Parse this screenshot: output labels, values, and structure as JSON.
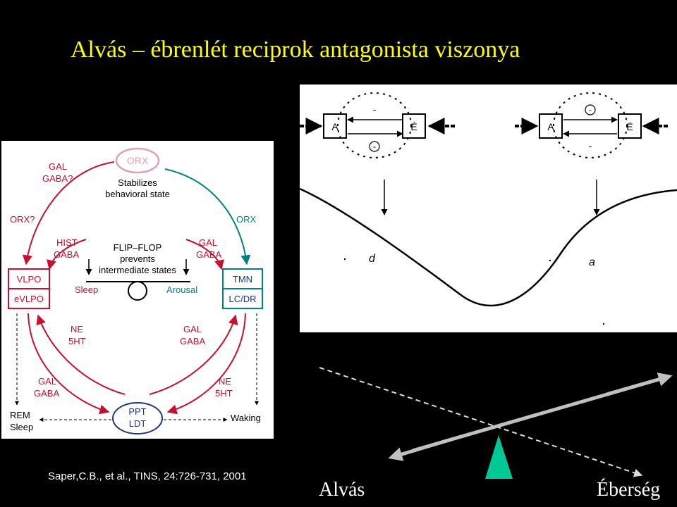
{
  "title": "Alvás – ébrenlét reciprok antagonista viszonya",
  "diagram": {
    "orx_top": "ORX",
    "stabilizes_1": "Stabilizes",
    "stabilizes_2": "behavioral state",
    "gal_gaba_q_1": "GAL",
    "gal_gaba_q_2": "GABA?",
    "orx_q": "ORX?",
    "orx_right": "ORX",
    "hist": "HIST",
    "gaba_left": "GABA",
    "flip_flop": "FLIP–FLOP",
    "prevents": "prevents",
    "intermediate": "intermediate states",
    "gal_right": "GAL",
    "gaba_right": "GABA",
    "vlpo": "VLPO",
    "evlpo": "eVLPO",
    "tmn": "TMN",
    "lcdr": "LC/DR",
    "sleep": "Sleep",
    "arousal": "Arousal",
    "ne_left": "NE",
    "ht_left": "5HT",
    "gal_mid": "GAL",
    "gaba_mid": "GABA",
    "gal_low": "GAL",
    "gaba_low": "GABA",
    "ne_low": "NE",
    "ht_low": "5HT",
    "rem_1": "REM",
    "rem_2": "Sleep",
    "ppt": "PPT",
    "ldt": "LDT",
    "waking": "Waking"
  },
  "sketch": {
    "box_a": "A",
    "box_e": "É",
    "minus": "-",
    "label_d": "d",
    "label_a": "a"
  },
  "citation": "Saper,C.B., et al., TINS, 24:726-731, 2001",
  "bottom_labels": {
    "alvas": "Alvás",
    "eberseg": "Éberség"
  },
  "colors": {
    "title": "#ffff00",
    "red": "#c8102e",
    "teal": "#00827f",
    "pink": "#e0a0b0",
    "navy": "#1a3a7a",
    "wedge": "#00c896"
  }
}
